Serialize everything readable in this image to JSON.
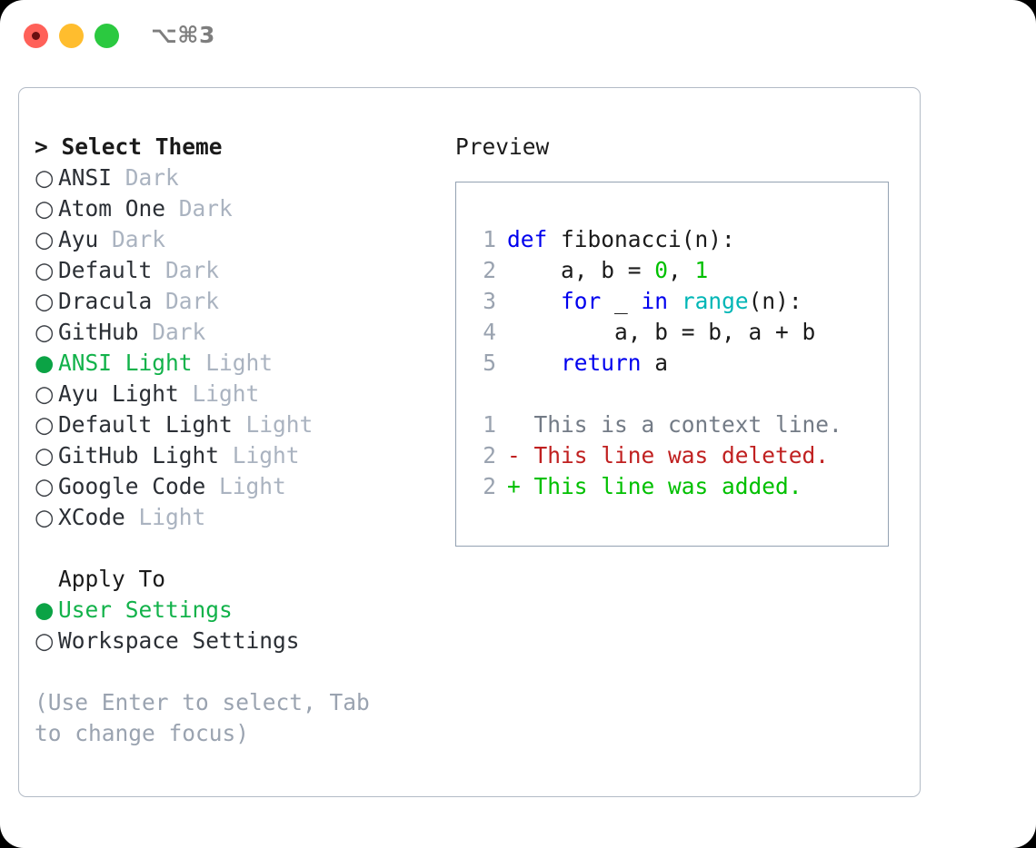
{
  "window": {
    "shortcut_badge": "⌥⌘3",
    "traffic_lights": {
      "close": "close-button",
      "minimize": "minimize-button",
      "maximize": "maximize-button"
    }
  },
  "theme_panel": {
    "header_prefix": "> ",
    "header_label": "Select Theme",
    "bullet_selected": "●",
    "bullet_unselected": "○",
    "items": [
      {
        "label": "ANSI",
        "suffix": "Dark",
        "selected": false
      },
      {
        "label": "Atom One",
        "suffix": "Dark",
        "selected": false
      },
      {
        "label": "Ayu",
        "suffix": "Dark",
        "selected": false
      },
      {
        "label": "Default",
        "suffix": "Dark",
        "selected": false
      },
      {
        "label": "Dracula",
        "suffix": "Dark",
        "selected": false
      },
      {
        "label": "GitHub",
        "suffix": "Dark",
        "selected": false
      },
      {
        "label": "ANSI Light",
        "suffix": "Light",
        "selected": true
      },
      {
        "label": "Ayu Light",
        "suffix": "Light",
        "selected": false
      },
      {
        "label": "Default Light",
        "suffix": "Light",
        "selected": false
      },
      {
        "label": "GitHub Light",
        "suffix": "Light",
        "selected": false
      },
      {
        "label": "Google Code",
        "suffix": "Light",
        "selected": false
      },
      {
        "label": "XCode",
        "suffix": "Light",
        "selected": false
      }
    ]
  },
  "apply_to": {
    "title": "Apply To",
    "items": [
      {
        "label": "User Settings",
        "selected": true
      },
      {
        "label": "Workspace Settings",
        "selected": false
      }
    ]
  },
  "hint": "(Use Enter to select, Tab to change focus)",
  "preview": {
    "title": "Preview",
    "code_lines": [
      {
        "no": "1",
        "tokens": [
          {
            "t": "def",
            "c": "tok-kw"
          },
          {
            "t": " fibonacci(n):",
            "c": "code-text"
          }
        ]
      },
      {
        "no": "2",
        "tokens": [
          {
            "t": "    a, b = ",
            "c": "code-text"
          },
          {
            "t": "0",
            "c": "tok-num"
          },
          {
            "t": ", ",
            "c": "code-text"
          },
          {
            "t": "1",
            "c": "tok-num"
          }
        ]
      },
      {
        "no": "3",
        "tokens": [
          {
            "t": "    ",
            "c": "code-text"
          },
          {
            "t": "for",
            "c": "tok-kw"
          },
          {
            "t": " _ ",
            "c": "code-text"
          },
          {
            "t": "in",
            "c": "tok-kw"
          },
          {
            "t": " ",
            "c": "code-text"
          },
          {
            "t": "range",
            "c": "tok-fn"
          },
          {
            "t": "(n):",
            "c": "code-text"
          }
        ]
      },
      {
        "no": "4",
        "tokens": [
          {
            "t": "        a, b = b, a + b",
            "c": "code-text"
          }
        ]
      },
      {
        "no": "5",
        "tokens": [
          {
            "t": "    ",
            "c": "code-text"
          },
          {
            "t": "return",
            "c": "tok-kw"
          },
          {
            "t": " a",
            "c": "code-text"
          }
        ]
      }
    ],
    "diff_lines": [
      {
        "no": "1",
        "text": "  This is a context line.",
        "cls": "diff-ctx"
      },
      {
        "no": "2",
        "text": "- This line was deleted.",
        "cls": "diff-del"
      },
      {
        "no": "2",
        "text": "+ This line was added.",
        "cls": "diff-add"
      }
    ]
  },
  "colors": {
    "accent_green": "#12b24a",
    "keyword_blue": "#0000ee",
    "builtin_cyan": "#00b6b6",
    "number_green": "#00c000",
    "diff_delete": "#c02020",
    "diff_add": "#00c000",
    "muted": "#aab3c0",
    "border": "#b3bbc6",
    "preview_border": "#93a1b2"
  }
}
